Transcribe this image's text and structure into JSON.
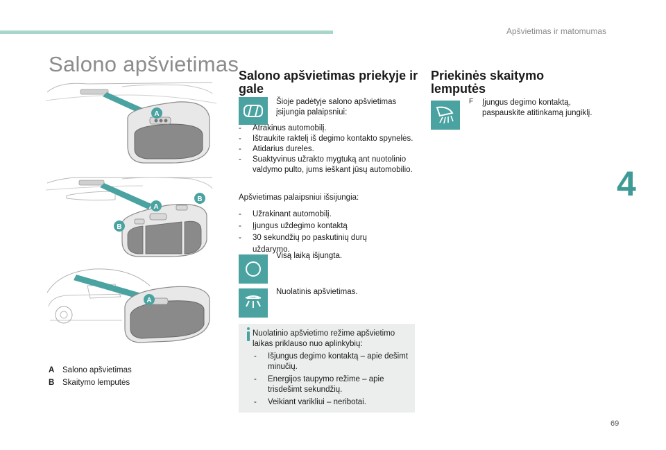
{
  "header": {
    "chapter_label": "Apšvietimas ir matomumas",
    "chapter_number": "4",
    "page_number": "69"
  },
  "main_title": "Salono apšvietimas",
  "illustrations": {
    "markers": [
      "A",
      "A",
      "B",
      "B",
      "A"
    ]
  },
  "legend": [
    {
      "key": "A",
      "label": "Salono apšvietimas"
    },
    {
      "key": "B",
      "label": "Skaitymo lemputės"
    }
  ],
  "front_rear": {
    "title": "Salono apšvietimas priekyje ir gale",
    "door_mode_intro": "Šioje padėtyje salono apšvietimas įsijungia palaipsniui:",
    "on_items": [
      "Atrakinus automobilį.",
      "Ištraukite raktelį iš degimo kontakto spynelės.",
      "Atidarius dureles.",
      "Suaktyvinus užrakto mygtuką ant nuotolinio valdymo pulto, jums ieškant jūsų automobilio."
    ],
    "off_intro": "Apšvietimas palaipsniui išsijungia:",
    "off_items": [
      "Užrakinant automobilį.",
      "Įjungus uždegimo kontaktą",
      "30 sekundžių po paskutinių durų uždarymo."
    ],
    "always_off": "Visą laiką išjungta.",
    "always_on": "Nuolatinis apšvietimas."
  },
  "note": {
    "intro": "Nuolatinio apšvietimo režime apšvietimo laikas priklauso nuo aplinkybių:",
    "items": [
      "Išjungus degimo kontaktą – apie dešimt minučių.",
      "Energijos taupymo režime – apie trisdešimt sekundžių.",
      "Veikiant varikliui – neribotai."
    ]
  },
  "reading_lamps": {
    "title": "Priekinės skaitymo lemputės",
    "bullet": "F",
    "text": "Įjungus degimo kontaktą, paspauskite atitinkamą jungiklį."
  },
  "colors": {
    "accent": "#4aa3a1",
    "top_bar": "#a8d6cb",
    "note_bg": "#eceeee"
  },
  "icons": [
    "door-lamp-icon",
    "circle-off-icon",
    "lamp-on-icon",
    "reading-lamp-icon",
    "info-icon"
  ]
}
